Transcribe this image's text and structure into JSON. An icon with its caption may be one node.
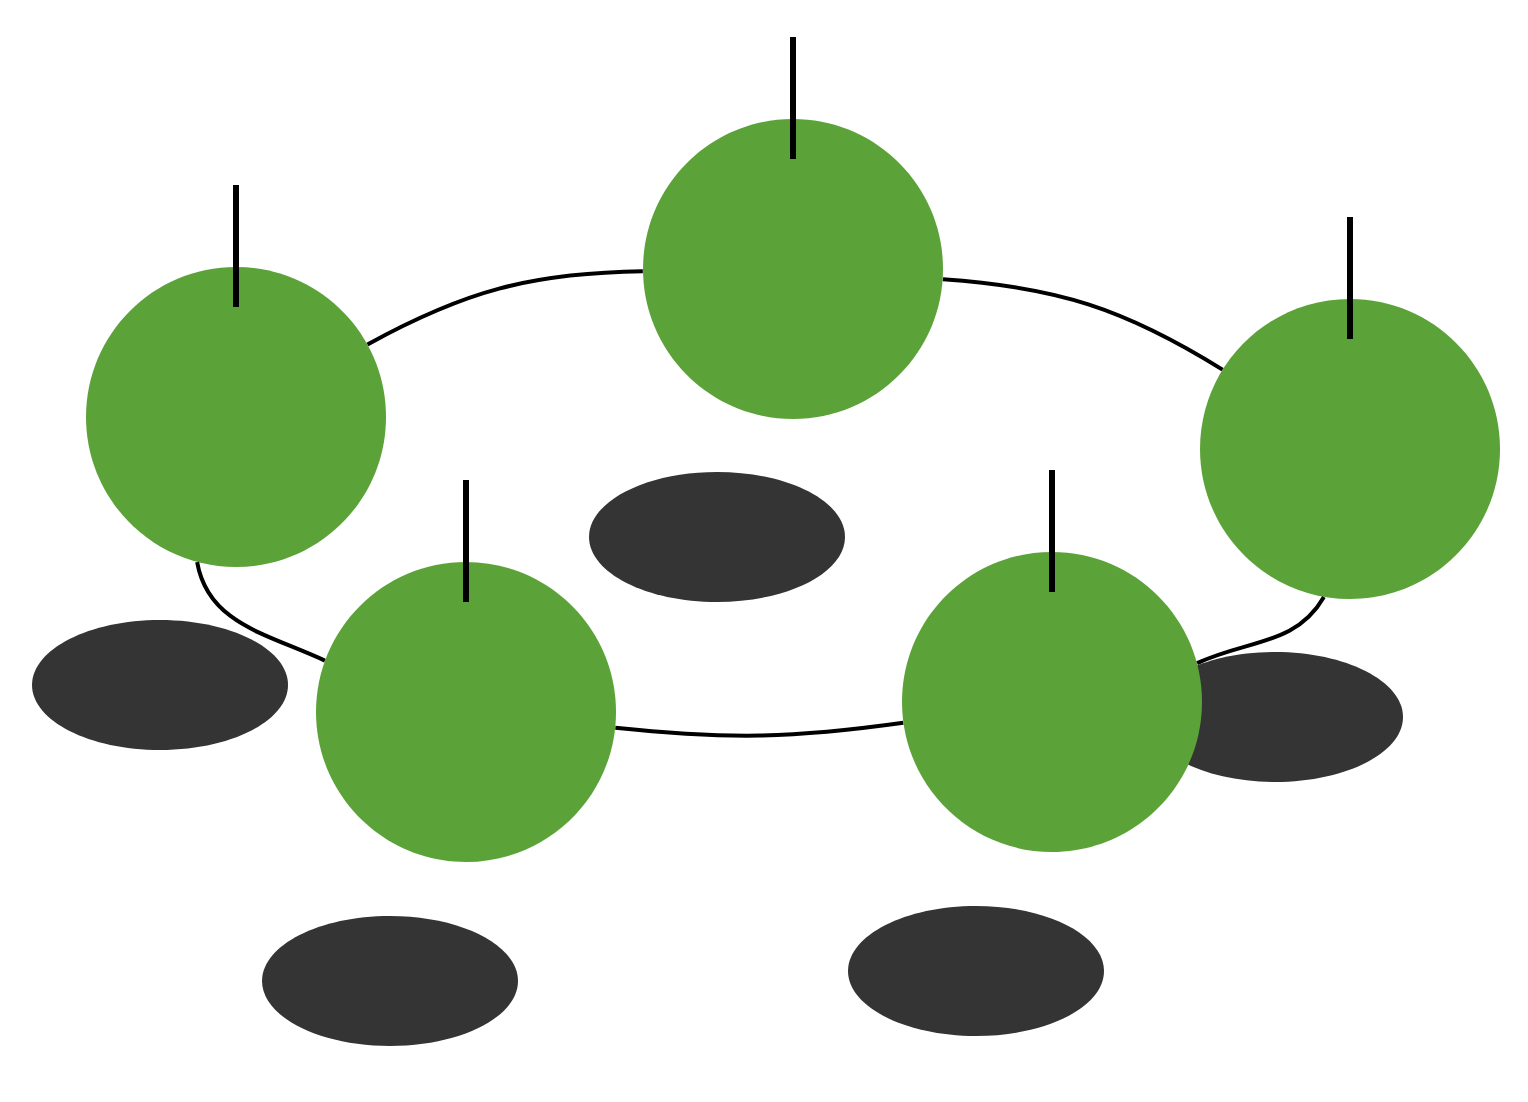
{
  "diagram": {
    "nodes": [
      {
        "text": [],
        "shape": "circle"
      },
      {
        "text": [],
        "shape": "circle"
      },
      {
        "text": [],
        "shape": "circle"
      },
      {
        "text": [],
        "shape": "circle"
      },
      {
        "text": [],
        "shape": "circle"
      }
    ],
    "edges": [
      {
        "from": 0,
        "to": 2,
        "arrow": "none"
      },
      {
        "from": 2,
        "to": 4,
        "arrow": "none"
      },
      {
        "from": 4,
        "to": 3,
        "arrow": "none"
      },
      {
        "from": 3,
        "to": 1,
        "arrow": "none"
      },
      {
        "from": 1,
        "to": 0,
        "arrow": "none"
      }
    ]
  }
}
